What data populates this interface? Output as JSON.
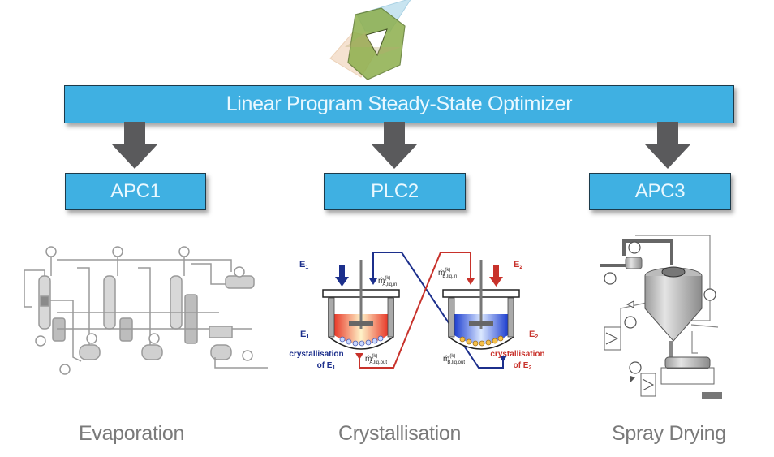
{
  "logo": {
    "icon": "overlapping-polygons-logo"
  },
  "optimizer": {
    "label": "Linear Program Steady-State Optimizer"
  },
  "controllers": [
    {
      "id": "apc1",
      "label": "APC1"
    },
    {
      "id": "plc2",
      "label": "PLC2"
    },
    {
      "id": "apc3",
      "label": "APC3"
    }
  ],
  "processes": [
    {
      "label": "Evaporation",
      "illustration": "multi-effect-evaporator-schematic"
    },
    {
      "label": "Crystallisation",
      "illustration": "coupled-crystallizers-schematic"
    },
    {
      "label": "Spray Drying",
      "illustration": "spray-dryer-schematic"
    }
  ],
  "crystallisation_diagram": {
    "left_feed": "E",
    "left_feed_sub": "1",
    "right_feed": "E",
    "right_feed_sub": "2",
    "flow_a_in": "ṁ",
    "flow_a_in_sup": "(k)",
    "flow_a_in_sub": "A,liq,in",
    "flow_b_in": "ṁ",
    "flow_b_in_sup": "(k)",
    "flow_b_in_sub": "B,liq,in",
    "flow_a_out": "ṁ",
    "flow_a_out_sup": "(k)",
    "flow_a_out_sub": "A,liq,out",
    "flow_b_out": "ṁ",
    "flow_b_out_sup": "(k)",
    "flow_b_out_sub": "B,liq,out",
    "left_side_label": "E",
    "left_side_sub": "1",
    "right_side_label": "E",
    "right_side_sub": "2",
    "left_caption_line1": "crystallisation",
    "left_caption_line2": "of E",
    "left_caption_sub": "1",
    "right_caption_line1": "crystallisation",
    "right_caption_line2": "of E",
    "right_caption_sub": "2",
    "colors": {
      "blue": "#1c2f8c",
      "red": "#c8322b",
      "orange": "#e8a030"
    }
  },
  "colors": {
    "box_fill": "#3fb0e2",
    "box_text": "#e9f8ff",
    "arrow": "#5a5a5c",
    "label_text": "#7a7a7a"
  }
}
